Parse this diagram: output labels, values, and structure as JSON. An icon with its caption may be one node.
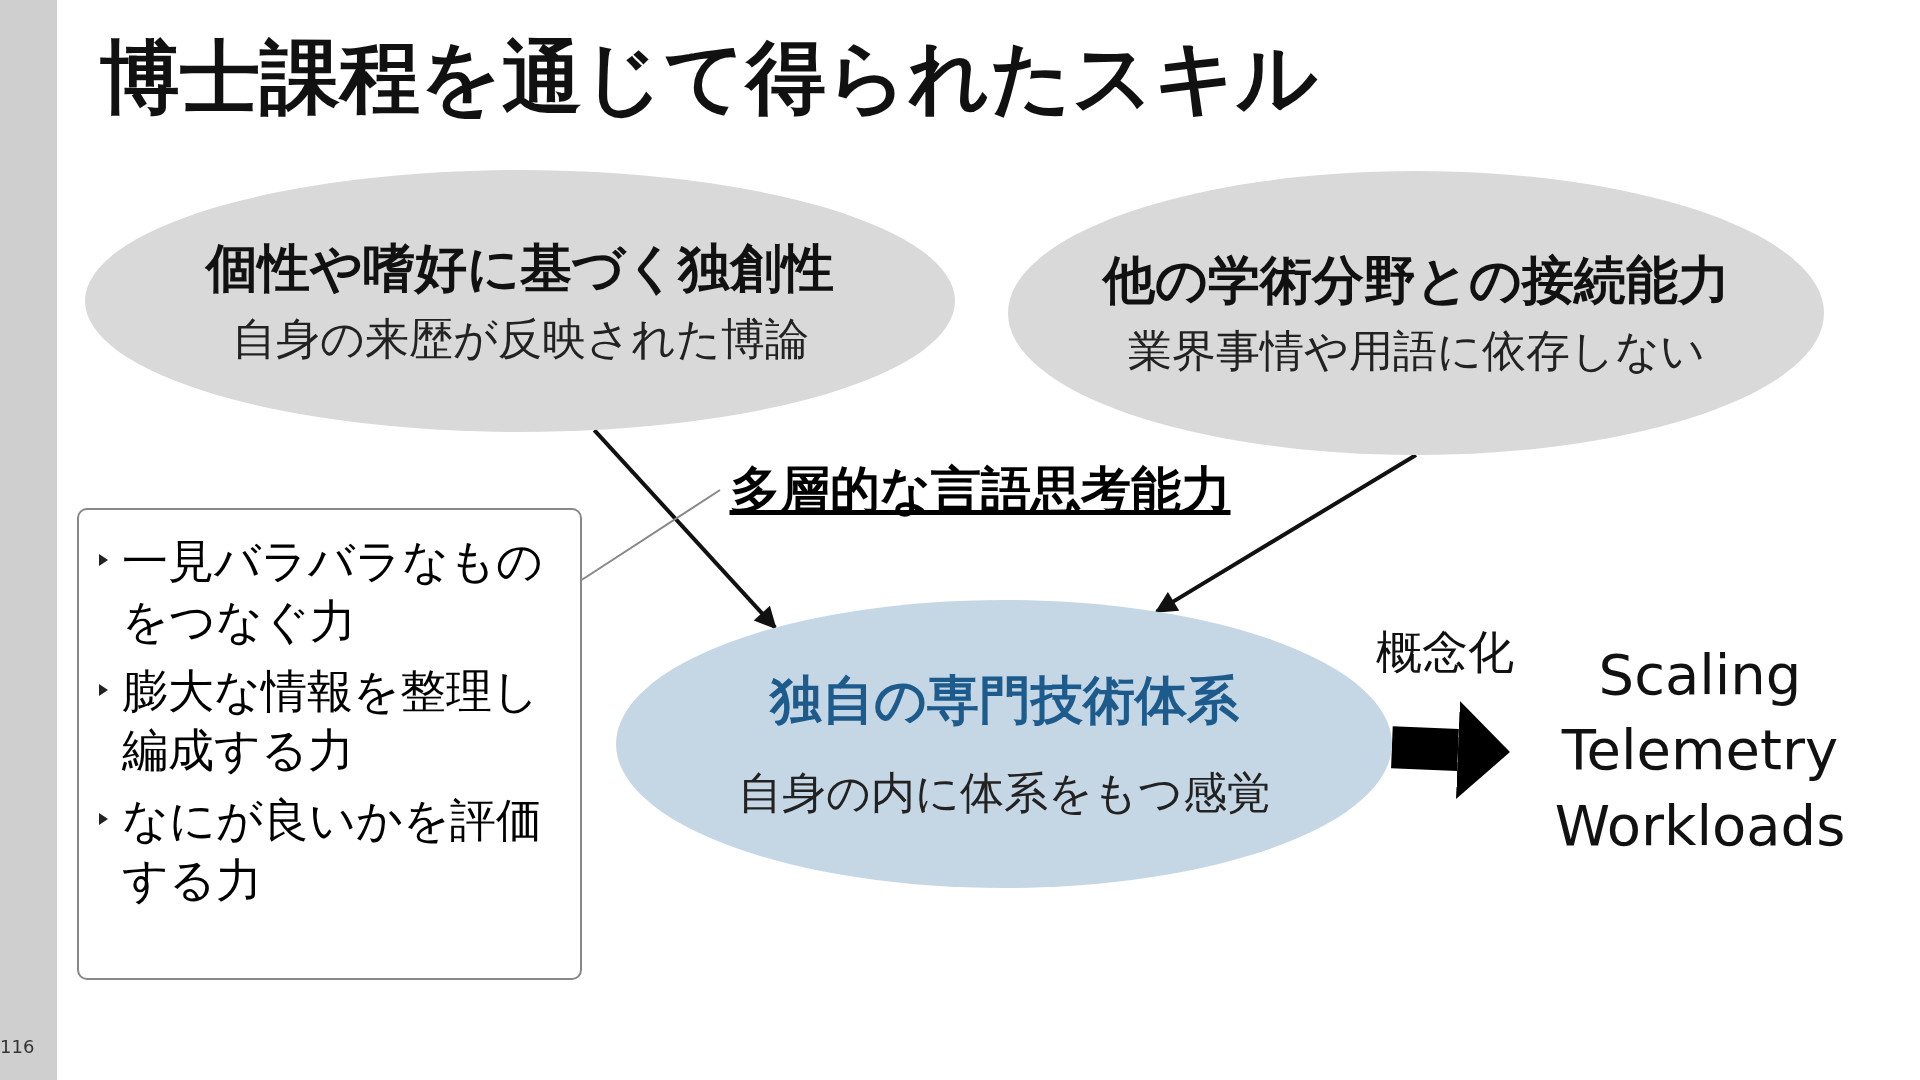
{
  "diagram": {
    "title": "博士課程を通じて得られたスキル",
    "nodes": [
      {
        "text": [
          "個性や嗜好に基づく独創性",
          "自身の来歴が反映された博論"
        ]
      },
      {
        "text": [
          "他の学術分野との接続能力",
          "業界事情や用語に依存しない"
        ]
      },
      {
        "text": [
          "独自の専門技術体系",
          "自身の内に体系をもつ感覚"
        ]
      },
      {
        "text": [
          "Scaling Telemetry Workloads"
        ]
      },
      {
        "text": [
          "多層的な言語思考能力"
        ]
      },
      {
        "text": [
          "一見バラバラなものをつなぐ力",
          "膨大な情報を整理し編成する力",
          "なにが良いかを評価する力"
        ]
      }
    ],
    "edges": [
      {
        "from": 0,
        "to": 2,
        "arrow": "to"
      },
      {
        "from": 1,
        "to": 2,
        "arrow": "to"
      },
      {
        "from": 2,
        "to": 3,
        "arrow": "to",
        "label": "概念化",
        "style": "thick"
      },
      {
        "from": 5,
        "to": 4,
        "arrow": "none",
        "color": "#888888"
      }
    ],
    "labels": [
      "116"
    ]
  }
}
